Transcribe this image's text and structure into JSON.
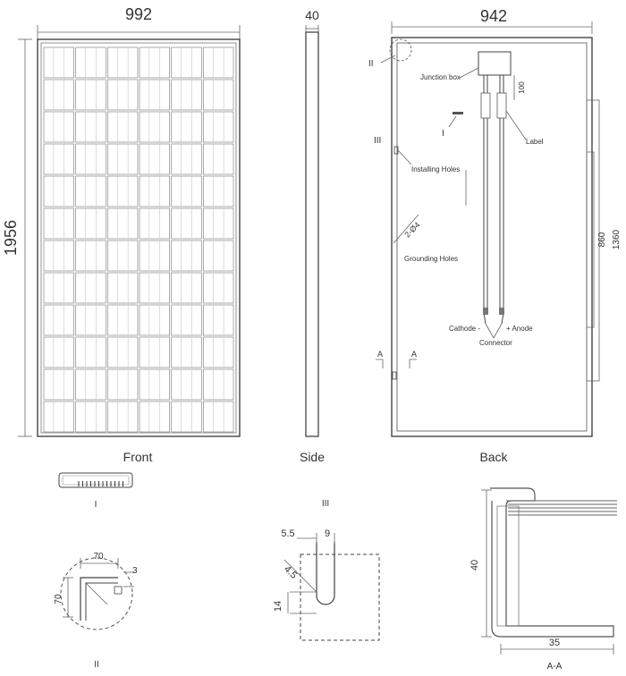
{
  "front": {
    "width_label": "992",
    "height_label": "1956",
    "caption": "Front"
  },
  "side": {
    "width_label": "40",
    "caption": "Side"
  },
  "back": {
    "width_label": "942",
    "caption": "Back",
    "junction_box": "Junction box",
    "label": "Label",
    "installing_holes": "Installing Holes",
    "grounding_holes": "Grounding Holes",
    "hole_size": "2-Ø4",
    "cathode": "Cathode -",
    "anode": "+ Anode",
    "connector": "Connector",
    "dim_100": "100",
    "dim_860": "860",
    "dim_1360": "1360",
    "marker_I": "I",
    "marker_II": "II",
    "marker_III": "III",
    "section_a": "A"
  },
  "details": {
    "detail_I_label": "I",
    "detail_II_label": "II",
    "detail_II_dim_70_top": "70",
    "detail_II_dim_70_left": "70",
    "detail_II_dim_3": "3",
    "detail_III_label": "III",
    "detail_III_dim_5_5": "5.5",
    "detail_III_dim_9": "9",
    "detail_III_dim_4_5": "4.5",
    "detail_III_dim_14": "14",
    "section_label": "A-A",
    "section_dim_40": "40",
    "section_dim_35": "35"
  }
}
